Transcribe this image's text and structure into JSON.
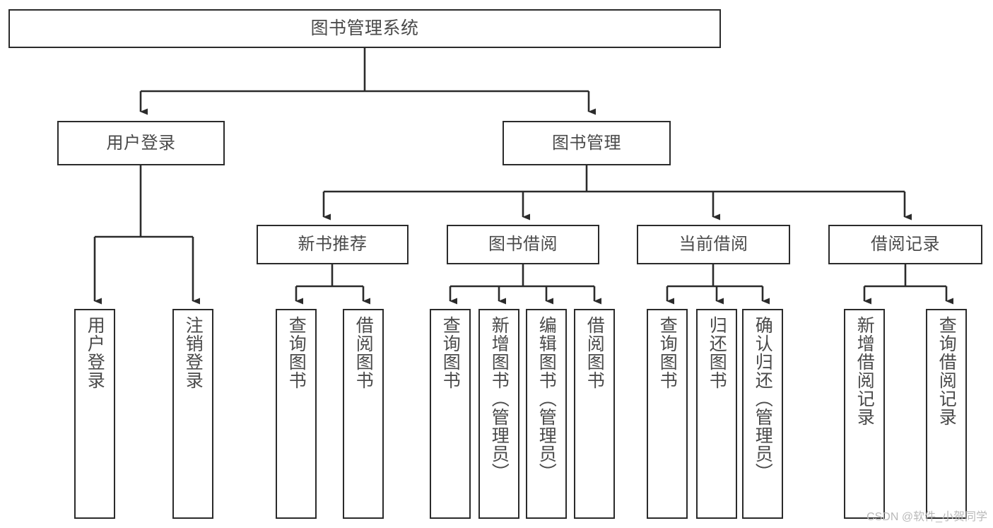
{
  "diagram": {
    "title": "图书管理系统",
    "watermark": "CSDN @软件_小贺同学",
    "colors": {
      "box_border": "#2b2b2b",
      "box_fill": "#ffffff",
      "text": "#4a4a4a",
      "connector": "#2b2b2b",
      "watermark": "#b9b9b9",
      "background": "#ffffff"
    },
    "root": {
      "label": "图书管理系统"
    },
    "level2": [
      {
        "label": "用户登录"
      },
      {
        "label": "图书管理"
      }
    ],
    "level3": [
      {
        "label": "新书推荐"
      },
      {
        "label": "图书借阅"
      },
      {
        "label": "当前借阅"
      },
      {
        "label": "借阅记录"
      }
    ],
    "leaves": {
      "user_login": [
        {
          "label": "用户登录"
        },
        {
          "label": "注销登录"
        }
      ],
      "new_book": [
        {
          "label": "查询图书"
        },
        {
          "label": "借阅图书"
        }
      ],
      "book_borrow": [
        {
          "label": "查询图书"
        },
        {
          "label": "新增图书（管理员）"
        },
        {
          "label": "编辑图书（管理员）"
        },
        {
          "label": "借阅图书"
        }
      ],
      "current_borrow": [
        {
          "label": "查询图书"
        },
        {
          "label": "归还图书"
        },
        {
          "label": "确认归还（管理员）"
        }
      ],
      "borrow_record": [
        {
          "label": "新增借阅记录"
        },
        {
          "label": "查询借阅记录"
        }
      ]
    }
  }
}
